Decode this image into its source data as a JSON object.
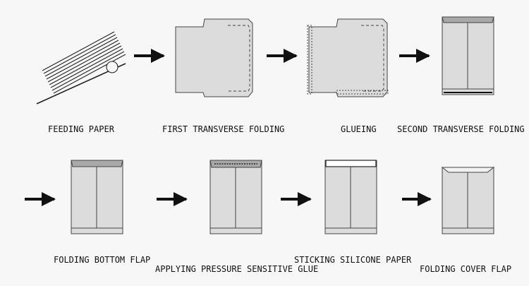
{
  "steps": [
    {
      "label": "FEEDING PAPER"
    },
    {
      "label": "FIRST TRANSVERSE FOLDING"
    },
    {
      "label": "GLUEING"
    },
    {
      "label": "SECOND TRANSVERSE FOLDING"
    },
    {
      "label": "FOLDING BOTTOM FLAP"
    },
    {
      "label": "APPLYING PRESSURE SENSITIVE GLUE"
    },
    {
      "label": "STICKING SILICONE PAPER"
    },
    {
      "label": "FOLDING COVER FLAP"
    }
  ],
  "colors": {
    "background": "#f7f7f7",
    "paper": "#dcdcdc",
    "flap": "#a9a9a9",
    "ink": "#111111",
    "silicone": "#ffffff"
  }
}
